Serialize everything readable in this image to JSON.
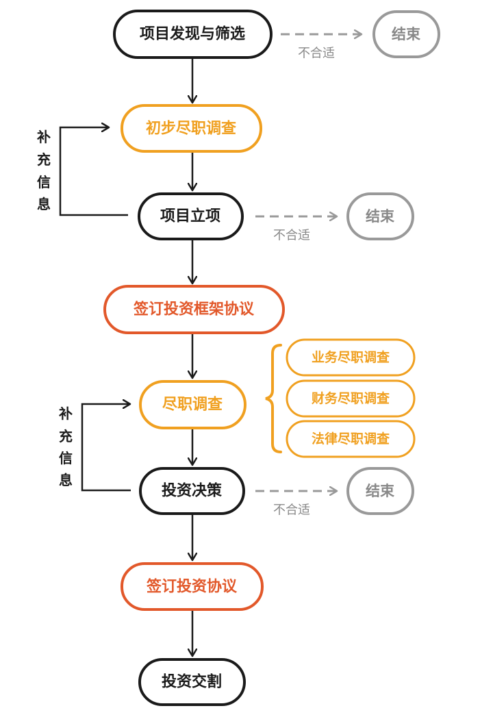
{
  "colors": {
    "black": "#1a1a1a",
    "orange": "#f0a020",
    "red_orange": "#e2582a",
    "gray": "#999999",
    "end_gray": "#888888"
  },
  "nodes": {
    "discovery": "项目发现与筛选",
    "preliminary_dd": "初步尽职调查",
    "approval": "项目立项",
    "framework_agreement": "签订投资框架协议",
    "due_diligence": "尽职调查",
    "decision": "投资决策",
    "investment_agreement": "签订投资协议",
    "delivery": "投资交割"
  },
  "dd_items": [
    "业务尽职调查",
    "财务尽职调查",
    "法律尽职调查"
  ],
  "end_label": "结束",
  "not_suitable_label": "不合适",
  "supplement_chars": [
    "补",
    "充",
    "信",
    "息"
  ]
}
